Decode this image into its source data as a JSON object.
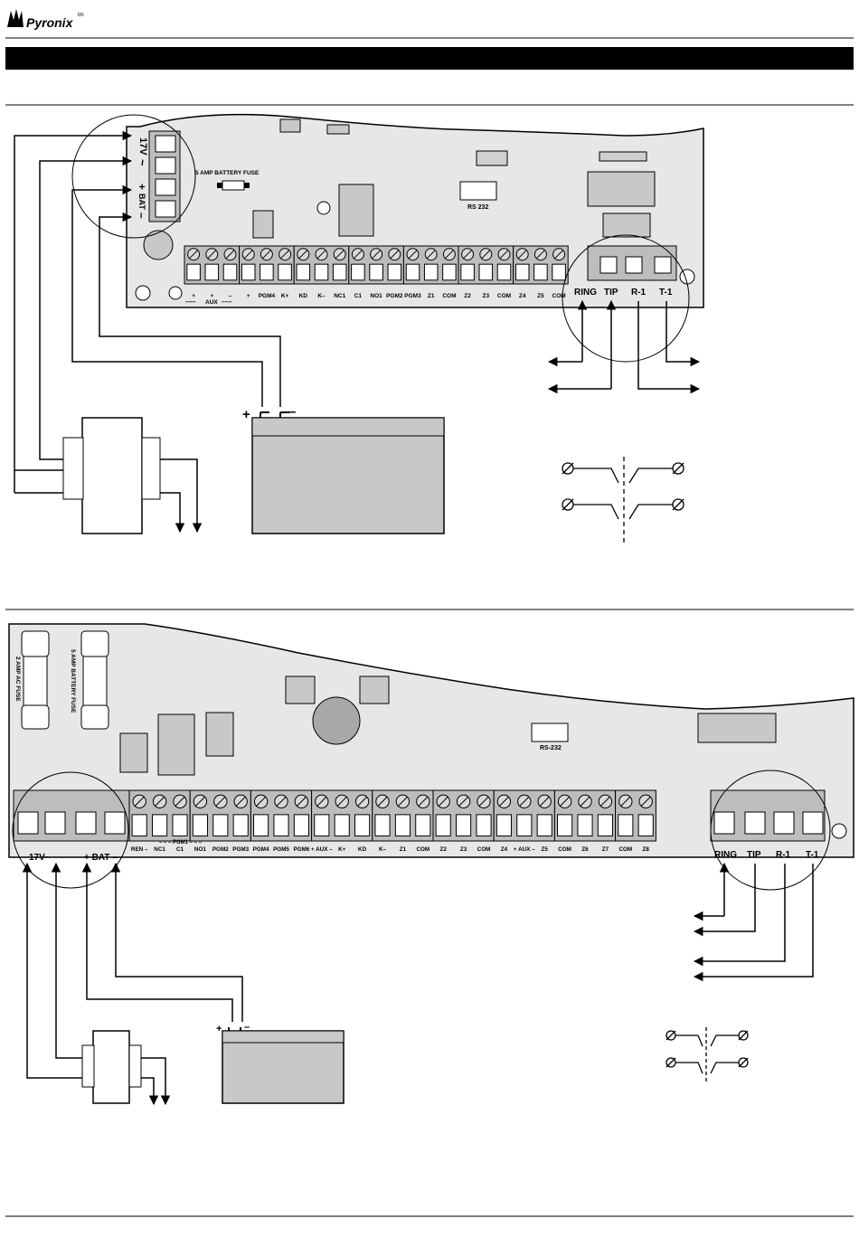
{
  "header": {
    "logo_text": "Pyronix",
    "logo_mark": "tm"
  },
  "diagram1": {
    "left_labels": [
      "17V",
      "~",
      "+",
      "BAT",
      "–"
    ],
    "fuse_label": "5 AMP BATTERY FUSE",
    "rs232_label": "RS 232",
    "terminal_labels": [
      "+",
      "+",
      "–",
      "+",
      "PGM4",
      "K+",
      "KD",
      "K–",
      "NC1",
      "C1",
      "NO1",
      "PGM2",
      "PGM3",
      "Z1",
      "COM",
      "Z2",
      "Z3",
      "COM",
      "Z4",
      "Z5",
      "COM"
    ],
    "aux_label": "AUX",
    "aux_dashes": "–––",
    "line_labels": [
      "RING",
      "TIP",
      "R-1",
      "T-1"
    ],
    "battery_polarity": [
      "+",
      "–"
    ]
  },
  "diagram2": {
    "ac_fuse_label": "2 AMP AC FUSE",
    "battery_fuse_label": "5 AMP BATTERY FUSE",
    "rs232_label": "RS-232",
    "pgm1_label": "– – – PGM1 – – –",
    "terminal_labels": [
      "REN –",
      "NC1",
      "C1",
      "NO1",
      "PGM2",
      "PGM3",
      "PGM4",
      "PGM5",
      "PGM6",
      "+ AUX –",
      "K+",
      "KD",
      "K–",
      "Z1",
      "COM",
      "Z2",
      "Z3",
      "COM",
      "Z4",
      "+ AUX –",
      "Z5",
      "COM",
      "Z6",
      "Z7",
      "COM",
      "Z8"
    ],
    "left_labels": [
      "17V~",
      "+ BAT –"
    ],
    "line_labels": [
      "RING",
      "TIP",
      "R-1",
      "T-1"
    ],
    "battery_polarity": [
      "+",
      "–"
    ]
  },
  "colors": {
    "board_fill": "#e7e7e7",
    "block_fill": "#bdbdbd",
    "bar_fill": "#000000",
    "battery_fill": "#c8c8c8"
  }
}
